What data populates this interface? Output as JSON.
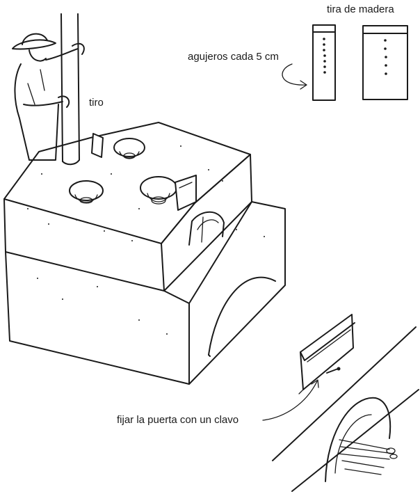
{
  "labels": {
    "tira_de_madera": "tira de madera",
    "agujeros": "agujeros cada 5 cm",
    "tiro": "tiro",
    "fijar_puerta": "fijar la puerta con un clavo"
  },
  "colors": {
    "ink": "#1a1a1a",
    "paper": "#ffffff"
  },
  "icons": [
    "person-figure",
    "chimney-pipe",
    "stove-block",
    "cooking-hole",
    "damper-plate",
    "wooden-strip",
    "door-with-nail",
    "firewood"
  ]
}
